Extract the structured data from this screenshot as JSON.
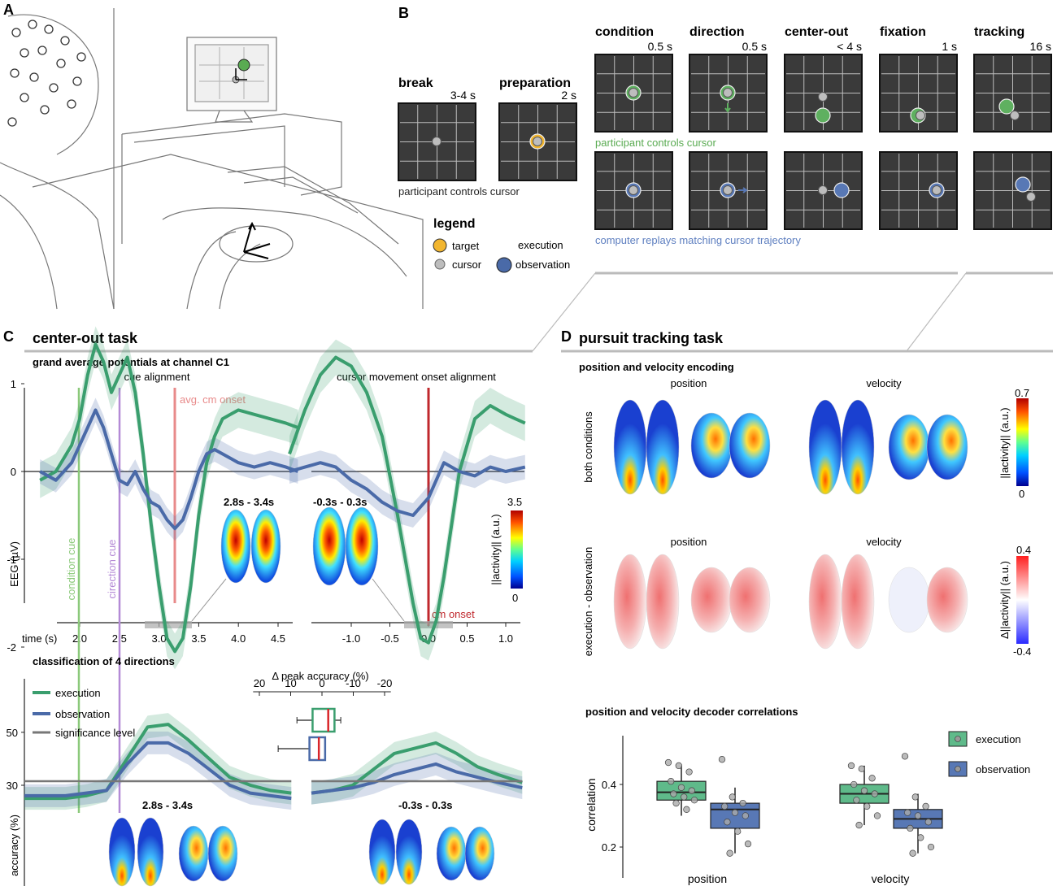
{
  "panel_letters": {
    "a": "A",
    "b": "B",
    "c": "C",
    "d": "D"
  },
  "colors": {
    "execution": "#3a9e6e",
    "observation": "#4a6aa8",
    "target": "#f2b630",
    "cursor": "#bdbdbd",
    "condition_cue": "#8bc97a",
    "direction_cue": "#b48ad6",
    "avg_onset": "#e88a8a",
    "cm_onset": "#c0282d",
    "significance": "#777777",
    "grid_bg": "#3a3a3a"
  },
  "panel_b": {
    "stages": [
      {
        "title": "break",
        "duration": "3-4 s"
      },
      {
        "title": "preparation",
        "duration": "2 s"
      },
      {
        "title": "condition",
        "duration": "0.5 s"
      },
      {
        "title": "direction",
        "duration": "0.5 s"
      },
      {
        "title": "center-out",
        "duration": "< 4 s"
      },
      {
        "title": "fixation",
        "duration": "1 s"
      },
      {
        "title": "tracking",
        "duration": "16 s"
      }
    ],
    "caption_participant": "participant controls cursor",
    "caption_exec": "participant controls cursor",
    "caption_obs": "computer replays matching cursor trajectory",
    "legend": {
      "title": "legend",
      "target": "target",
      "cursor": "cursor",
      "execution": "execution",
      "observation": "observation"
    }
  },
  "panel_c": {
    "section_title": "center-out task",
    "erp_title": "grand average potentials at channel C1",
    "left_title": "cue alignment",
    "right_title": "cursor movement onset alignment",
    "avg_onset_label": "avg. cm onset",
    "cm_onset_label": "cm onset",
    "condition_cue_label": "condition cue",
    "direction_cue_label": "cirection cue",
    "ylabel": "EEG (µV)",
    "xlabel": "time (s)",
    "window_left": "2.8s - 3.4s",
    "window_right": "-0.3s - 0.3s",
    "colorbar_label": "||activity|| (a.u.)",
    "colorbar_max": "3.5",
    "colorbar_min": "0",
    "class_title": "classification of 4 directions",
    "class_legend": {
      "execution": "execution",
      "observation": "observation",
      "significance": "significance level"
    },
    "class_ylabel": "accuracy (%)",
    "class_window_left": "2.8s - 3.4s",
    "class_window_right": "-0.3s - 0.3s",
    "box_title": "Δ peak accuracy (%)",
    "box_ticks": [
      "20",
      "10",
      "0",
      "-10",
      "-20"
    ]
  },
  "panel_d": {
    "section_title": "pursuit tracking task",
    "enc_title": "position and velocity encoding",
    "col_position": "position",
    "col_velocity": "velocity",
    "row_both": "both conditions",
    "row_diff": "execution - observation",
    "cb1_label": "||activity|| (a.u.)",
    "cb1_max": "0.7",
    "cb1_min": "0",
    "cb2_label": "Δ||activity|| (a.u.)",
    "cb2_max": "0.4",
    "cb2_min": "-0.4",
    "corr_title": "position and velocity decoder correlations",
    "corr_ylabel": "correlation",
    "corr_legend": {
      "execution": "execution",
      "observation": "observation"
    }
  },
  "chart_data": [
    {
      "type": "line",
      "title": "cue alignment",
      "xlabel": "time (s)",
      "ylabel": "EEG (µV)",
      "xlim": [
        1.5,
        4.75
      ],
      "ylim": [
        -2.4,
        1.9
      ],
      "x_ticks": [
        "2.0",
        "2.5",
        "3.0",
        "3.5",
        "4.0",
        "4.5"
      ],
      "y_ticks": [
        "1",
        "0",
        "-1",
        "-2"
      ],
      "x": [
        1.5,
        1.7,
        1.9,
        2.0,
        2.1,
        2.2,
        2.3,
        2.4,
        2.5,
        2.6,
        2.7,
        2.8,
        2.9,
        3.0,
        3.1,
        3.2,
        3.3,
        3.4,
        3.5,
        3.6,
        3.7,
        3.8,
        3.9,
        4.0,
        4.2,
        4.4,
        4.6,
        4.75
      ],
      "series": [
        {
          "name": "execution",
          "values": [
            -0.1,
            0.0,
            0.3,
            0.6,
            1.1,
            1.45,
            1.25,
            0.9,
            1.1,
            1.3,
            0.9,
            0.2,
            -0.6,
            -1.3,
            -1.9,
            -2.05,
            -1.9,
            -1.3,
            -0.5,
            0.1,
            0.4,
            0.6,
            0.65,
            0.7,
            0.65,
            0.6,
            0.55,
            0.5
          ]
        },
        {
          "name": "observation",
          "values": [
            0.0,
            -0.1,
            0.1,
            0.3,
            0.5,
            0.7,
            0.5,
            0.2,
            -0.1,
            -0.15,
            0.0,
            -0.2,
            -0.35,
            -0.4,
            -0.55,
            -0.65,
            -0.55,
            -0.3,
            0.0,
            0.2,
            0.25,
            0.2,
            0.15,
            0.1,
            0.05,
            0.1,
            0.05,
            0.0
          ]
        }
      ]
    },
    {
      "type": "line",
      "title": "cursor movement onset alignment",
      "xlim": [
        -1.8,
        1.25
      ],
      "ylim": [
        -2.4,
        1.9
      ],
      "x_ticks": [
        "-1.0",
        "-0.5",
        "0.0",
        "0.5",
        "1.0"
      ],
      "x": [
        -1.8,
        -1.6,
        -1.4,
        -1.2,
        -1.0,
        -0.8,
        -0.6,
        -0.4,
        -0.2,
        -0.1,
        0.0,
        0.1,
        0.2,
        0.4,
        0.6,
        0.8,
        1.0,
        1.25
      ],
      "series": [
        {
          "name": "execution",
          "values": [
            0.2,
            0.7,
            1.1,
            1.3,
            1.2,
            0.9,
            0.4,
            -0.5,
            -1.5,
            -1.9,
            -1.95,
            -1.7,
            -1.2,
            0.0,
            0.6,
            0.75,
            0.65,
            0.55
          ]
        },
        {
          "name": "observation",
          "values": [
            0.0,
            0.05,
            0.1,
            0.05,
            -0.1,
            -0.2,
            -0.35,
            -0.45,
            -0.5,
            -0.4,
            -0.3,
            -0.1,
            0.1,
            0.0,
            -0.05,
            0.05,
            0.0,
            0.05
          ]
        }
      ]
    },
    {
      "type": "line",
      "title": "classification of 4 directions",
      "ylabel": "accuracy (%)",
      "y_ticks": [
        "50",
        "30"
      ],
      "x": [
        1.5,
        1.75,
        2.0,
        2.25,
        2.5,
        2.75,
        3.0,
        3.25,
        3.5,
        3.75,
        4.0,
        4.25,
        4.5,
        4.75
      ],
      "series": [
        {
          "name": "execution",
          "values": [
            25,
            25,
            25,
            26,
            28,
            40,
            52,
            53,
            47,
            40,
            33,
            30,
            28,
            27
          ]
        },
        {
          "name": "observation",
          "values": [
            26,
            26,
            26,
            27,
            28,
            38,
            46,
            46,
            42,
            36,
            30,
            27,
            26,
            25
          ]
        },
        {
          "name": "significance level",
          "values": [
            31.5,
            31.5,
            31.5,
            31.5,
            31.5,
            31.5,
            31.5,
            31.5,
            31.5,
            31.5,
            31.5,
            31.5,
            31.5,
            31.5
          ]
        }
      ]
    },
    {
      "type": "line",
      "x": [
        -1.8,
        -1.5,
        -1.2,
        -0.9,
        -0.6,
        -0.3,
        0.0,
        0.3,
        0.6,
        0.9,
        1.25
      ],
      "series": [
        {
          "name": "execution",
          "values": [
            27,
            28,
            30,
            36,
            42,
            44,
            46,
            42,
            37,
            34,
            31
          ]
        },
        {
          "name": "observation",
          "values": [
            27,
            28,
            29,
            31,
            34,
            36,
            38,
            35,
            33,
            31,
            29
          ]
        },
        {
          "name": "significance level",
          "values": [
            31.5,
            31.5,
            31.5,
            31.5,
            31.5,
            31.5,
            31.5,
            31.5,
            31.5,
            31.5,
            31.5
          ]
        }
      ]
    },
    {
      "type": "box",
      "title": "Δ peak accuracy (%)",
      "xlim": [
        20,
        -20
      ],
      "series": [
        {
          "name": "execution",
          "whisker": [
            8,
            -6
          ],
          "q1": 3,
          "q3": -4,
          "median": -2
        },
        {
          "name": "observation",
          "whisker": [
            14,
            1
          ],
          "q1": 4,
          "q3": -1,
          "median": 1
        }
      ]
    },
    {
      "type": "box",
      "title": "position and velocity decoder correlations",
      "ylabel": "correlation",
      "categories": [
        "position",
        "velocity"
      ],
      "y_ticks": [
        "0.4",
        "0.2"
      ],
      "ylim": [
        0.15,
        0.5
      ],
      "series": [
        {
          "name": "execution",
          "boxes": [
            {
              "whisker": [
                0.3,
                0.46
              ],
              "q1": 0.35,
              "q3": 0.41,
              "median": 0.375,
              "points": [
                0.47,
                0.46,
                0.44,
                0.41,
                0.39,
                0.38,
                0.37,
                0.36,
                0.35,
                0.34,
                0.32
              ]
            },
            {
              "whisker": [
                0.27,
                0.46
              ],
              "q1": 0.34,
              "q3": 0.4,
              "median": 0.37,
              "points": [
                0.46,
                0.45,
                0.42,
                0.4,
                0.38,
                0.37,
                0.35,
                0.33,
                0.3,
                0.27
              ]
            }
          ]
        },
        {
          "name": "observation",
          "boxes": [
            {
              "whisker": [
                0.18,
                0.39
              ],
              "q1": 0.26,
              "q3": 0.34,
              "median": 0.32,
              "points": [
                0.48,
                0.36,
                0.34,
                0.33,
                0.31,
                0.3,
                0.28,
                0.25,
                0.21,
                0.18
              ]
            },
            {
              "whisker": [
                0.18,
                0.37
              ],
              "q1": 0.26,
              "q3": 0.32,
              "median": 0.29,
              "points": [
                0.49,
                0.36,
                0.33,
                0.31,
                0.3,
                0.28,
                0.26,
                0.23,
                0.2,
                0.18
              ]
            }
          ]
        }
      ]
    }
  ]
}
